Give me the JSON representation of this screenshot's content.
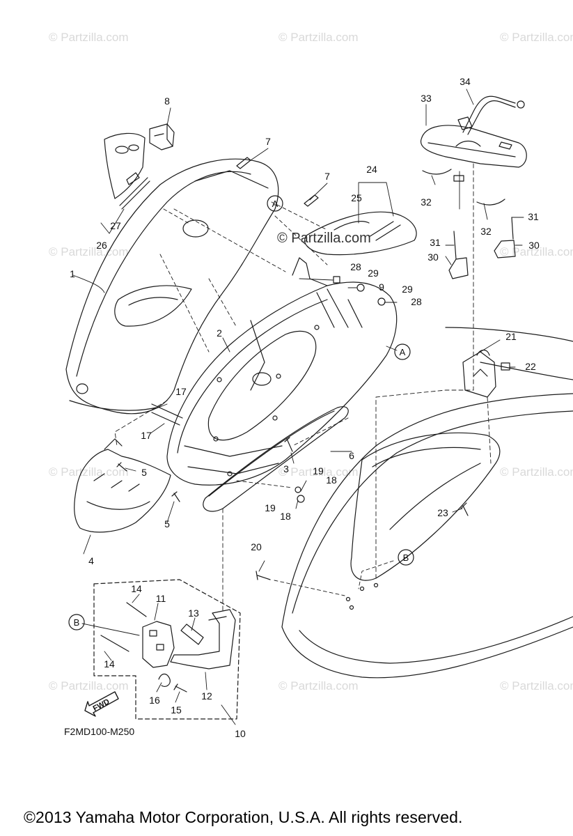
{
  "watermark": {
    "text": "© Partzilla.com",
    "center_text": "© Partzilla.com"
  },
  "callouts": [
    {
      "id": "c1",
      "label": "1"
    },
    {
      "id": "c2",
      "label": "2"
    },
    {
      "id": "c3",
      "label": "3"
    },
    {
      "id": "c4",
      "label": "4"
    },
    {
      "id": "c5a",
      "label": "5"
    },
    {
      "id": "c5b",
      "label": "5"
    },
    {
      "id": "c6",
      "label": "6"
    },
    {
      "id": "c7a",
      "label": "7"
    },
    {
      "id": "c7b",
      "label": "7"
    },
    {
      "id": "c8",
      "label": "8"
    },
    {
      "id": "c9",
      "label": "9"
    },
    {
      "id": "c10",
      "label": "10"
    },
    {
      "id": "c11",
      "label": "11"
    },
    {
      "id": "c12",
      "label": "12"
    },
    {
      "id": "c13",
      "label": "13"
    },
    {
      "id": "c14a",
      "label": "14"
    },
    {
      "id": "c14b",
      "label": "14"
    },
    {
      "id": "c15",
      "label": "15"
    },
    {
      "id": "c16",
      "label": "16"
    },
    {
      "id": "c17a",
      "label": "17"
    },
    {
      "id": "c17b",
      "label": "17"
    },
    {
      "id": "c18a",
      "label": "18"
    },
    {
      "id": "c18b",
      "label": "18"
    },
    {
      "id": "c19a",
      "label": "19"
    },
    {
      "id": "c19b",
      "label": "19"
    },
    {
      "id": "c20",
      "label": "20"
    },
    {
      "id": "c21",
      "label": "21"
    },
    {
      "id": "c22",
      "label": "22"
    },
    {
      "id": "c23",
      "label": "23"
    },
    {
      "id": "c24",
      "label": "24"
    },
    {
      "id": "c25",
      "label": "25"
    },
    {
      "id": "c26",
      "label": "26"
    },
    {
      "id": "c27",
      "label": "27"
    },
    {
      "id": "c28a",
      "label": "28"
    },
    {
      "id": "c28b",
      "label": "28"
    },
    {
      "id": "c29a",
      "label": "29"
    },
    {
      "id": "c29b",
      "label": "29"
    },
    {
      "id": "c30a",
      "label": "30"
    },
    {
      "id": "c30b",
      "label": "30"
    },
    {
      "id": "c31a",
      "label": "31"
    },
    {
      "id": "c31b",
      "label": "31"
    },
    {
      "id": "c32a",
      "label": "32"
    },
    {
      "id": "c32b",
      "label": "32"
    },
    {
      "id": "c33",
      "label": "33"
    },
    {
      "id": "c34",
      "label": "34"
    }
  ],
  "reference_markers": {
    "A": "A",
    "B": "B"
  },
  "fwd_label": "FWD",
  "diagram_code": "F2MD100-M250",
  "copyright": "©2013  Yamaha Motor Corporation, U.S.A. All rights reserved."
}
